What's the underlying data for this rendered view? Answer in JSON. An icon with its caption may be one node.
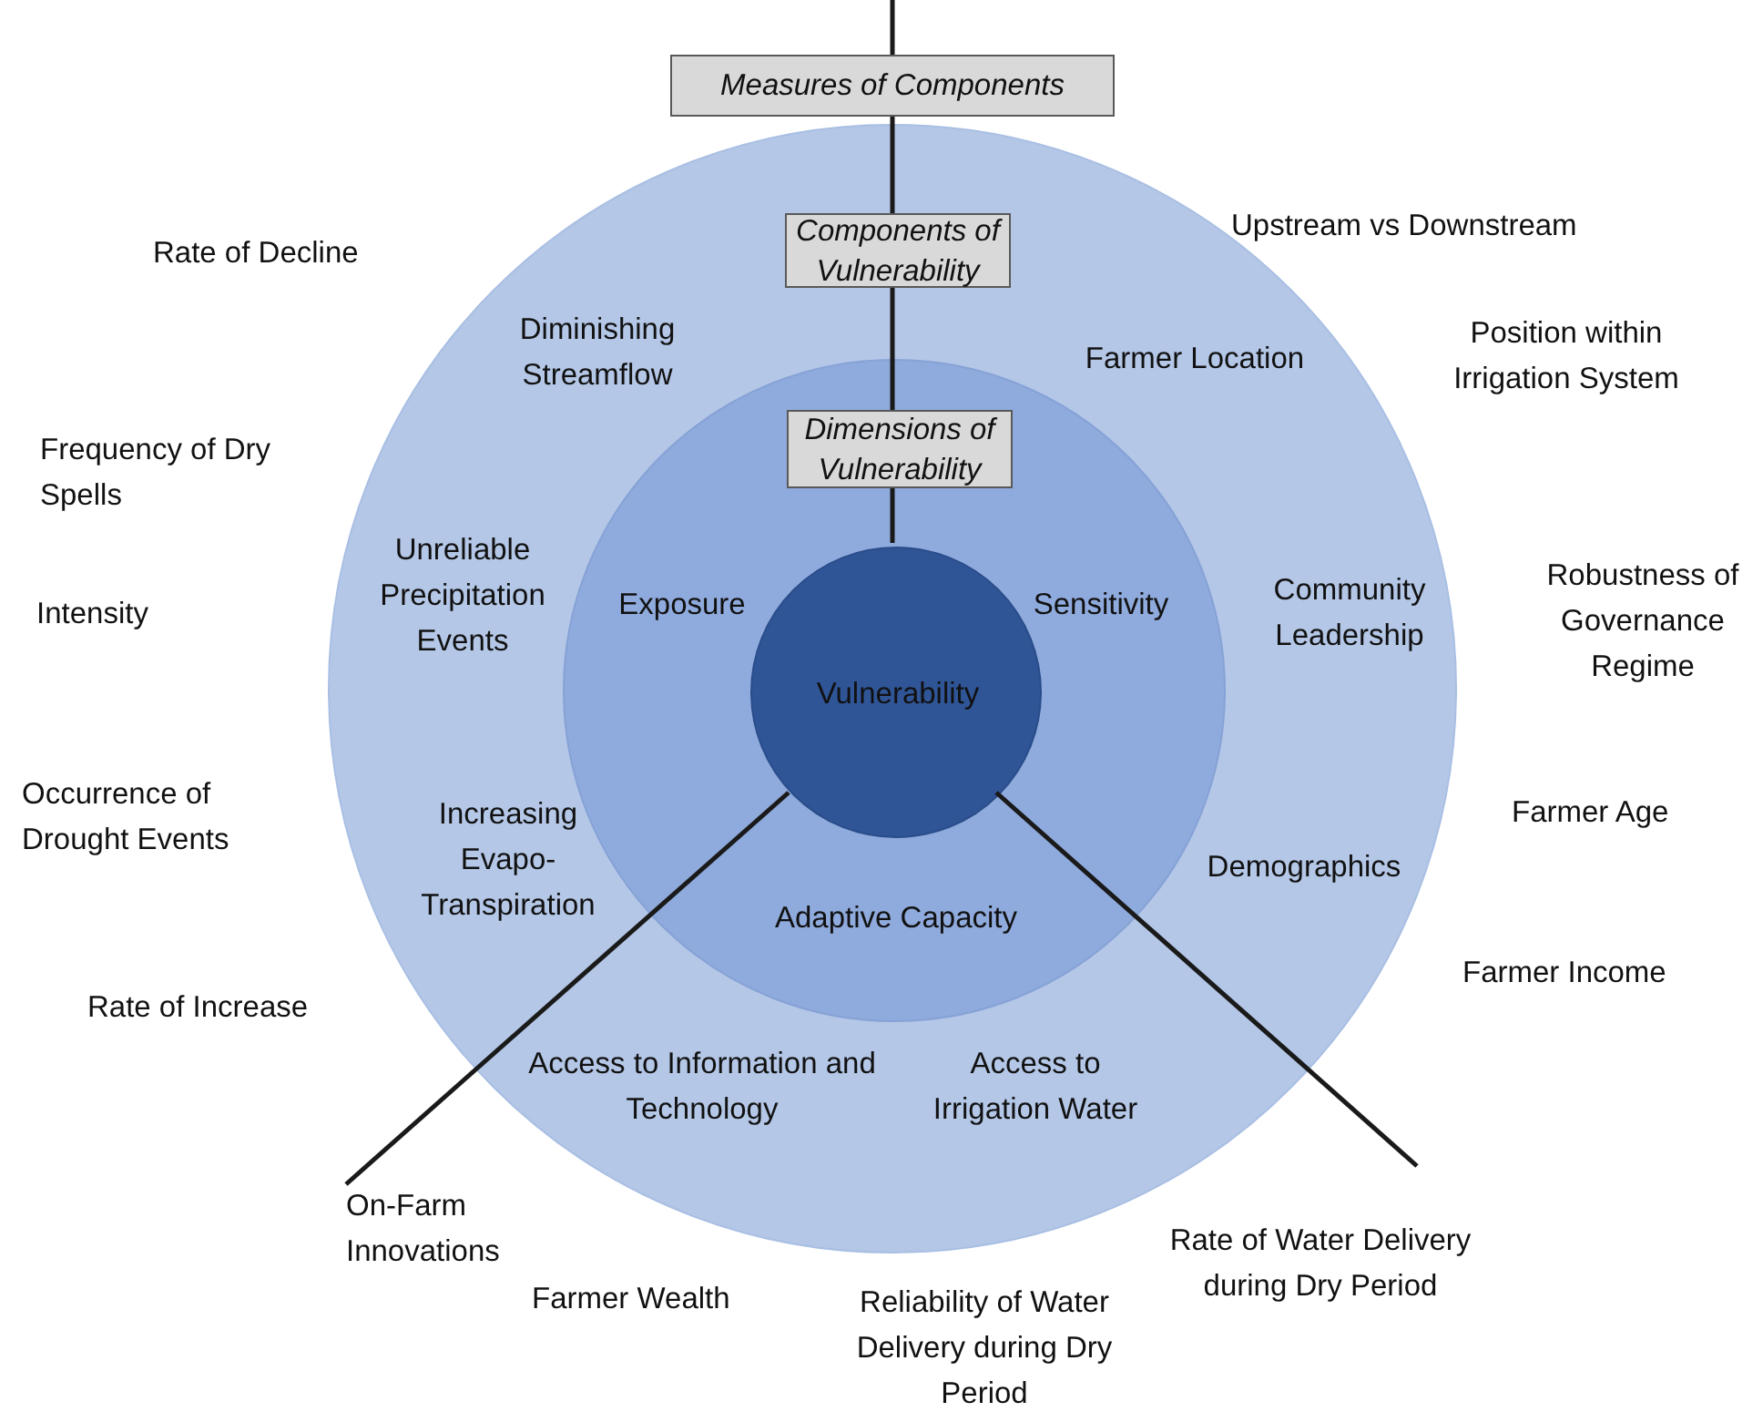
{
  "diagram": {
    "nodes": [
      {
        "text": [
          "Measures of Components"
        ]
      },
      {
        "text": [
          "Diminishing Streamflow",
          "Farmer Location",
          "Unreliable Precipitation Events",
          "Community Leadership",
          "Increasing Evapo-Transpiration",
          "Demographics",
          "Access to Information and Technology",
          "Access to Irrigation Water"
        ]
      },
      {
        "text": [
          "Components of Vulnerability"
        ],
        "in": 1
      },
      {
        "text": [
          "Exposure",
          "Sensitivity",
          "Adaptive Capacity"
        ],
        "in": 1
      },
      {
        "text": [
          "Dimensions of Vulnerability"
        ],
        "in": 3
      },
      {
        "text": [
          "Vulnerability"
        ],
        "in": 3
      }
    ],
    "labels": [
      "Rate of Decline",
      "Upstream vs Downstream",
      "Position within Irrigation System",
      "Frequency of Dry Spells",
      "Intensity",
      "Robustness of Governance Regime",
      "Occurrence of Drought Events",
      "Farmer Age",
      "Rate of Increase",
      "Farmer Income",
      "On-Farm Innovations",
      "Rate of Water Delivery during Dry Period",
      "Farmer Wealth",
      "Reliability of Water Delivery during Dry Period"
    ]
  }
}
